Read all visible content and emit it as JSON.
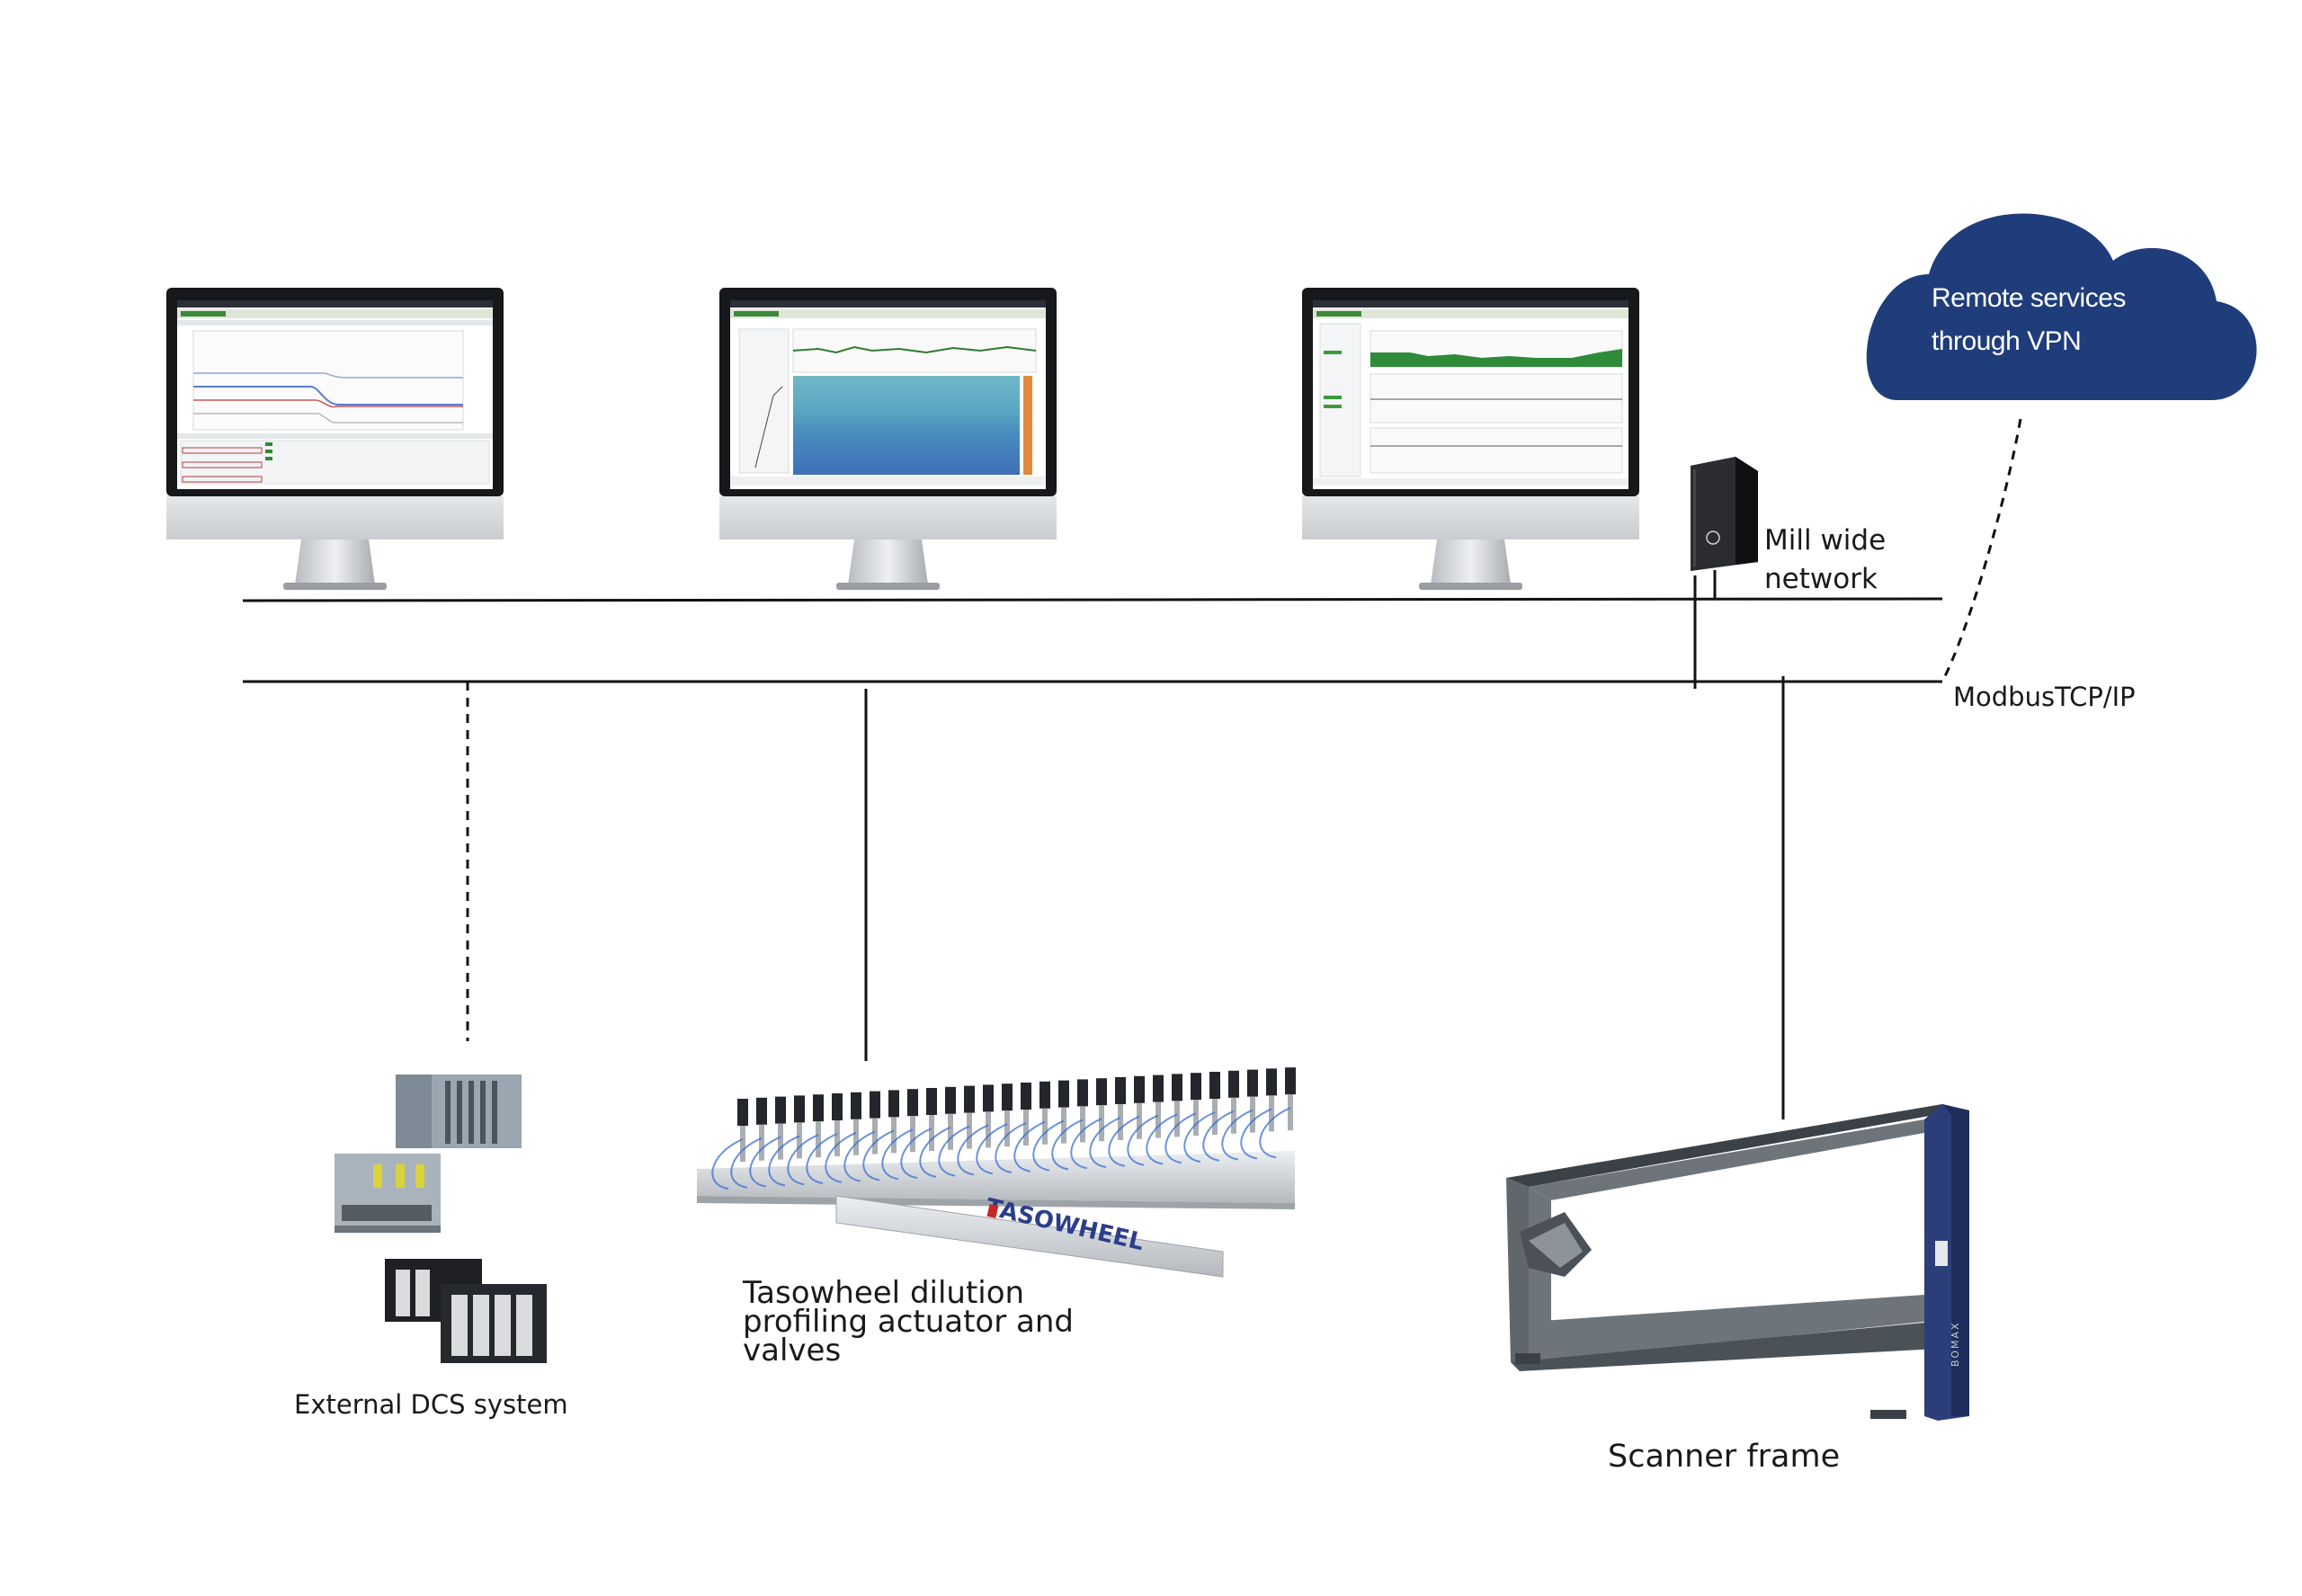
{
  "network": {
    "mill_wide_label_1": "Mill wide",
    "mill_wide_label_2": "network",
    "modbus_label": "ModbusTCP/IP"
  },
  "cloud": {
    "line1": "Remote services",
    "line2": "through VPN",
    "color": "#1f3d7a"
  },
  "devices": {
    "dcs_label": "External DCS system",
    "actuator_label_1": "Tasowheel dilution",
    "actuator_label_2": "profiling actuator and",
    "actuator_label_3": "valves",
    "actuator_brand": "TASOWHEEL",
    "scanner_label": "Scanner frame",
    "scanner_brand": "BOMAX"
  }
}
